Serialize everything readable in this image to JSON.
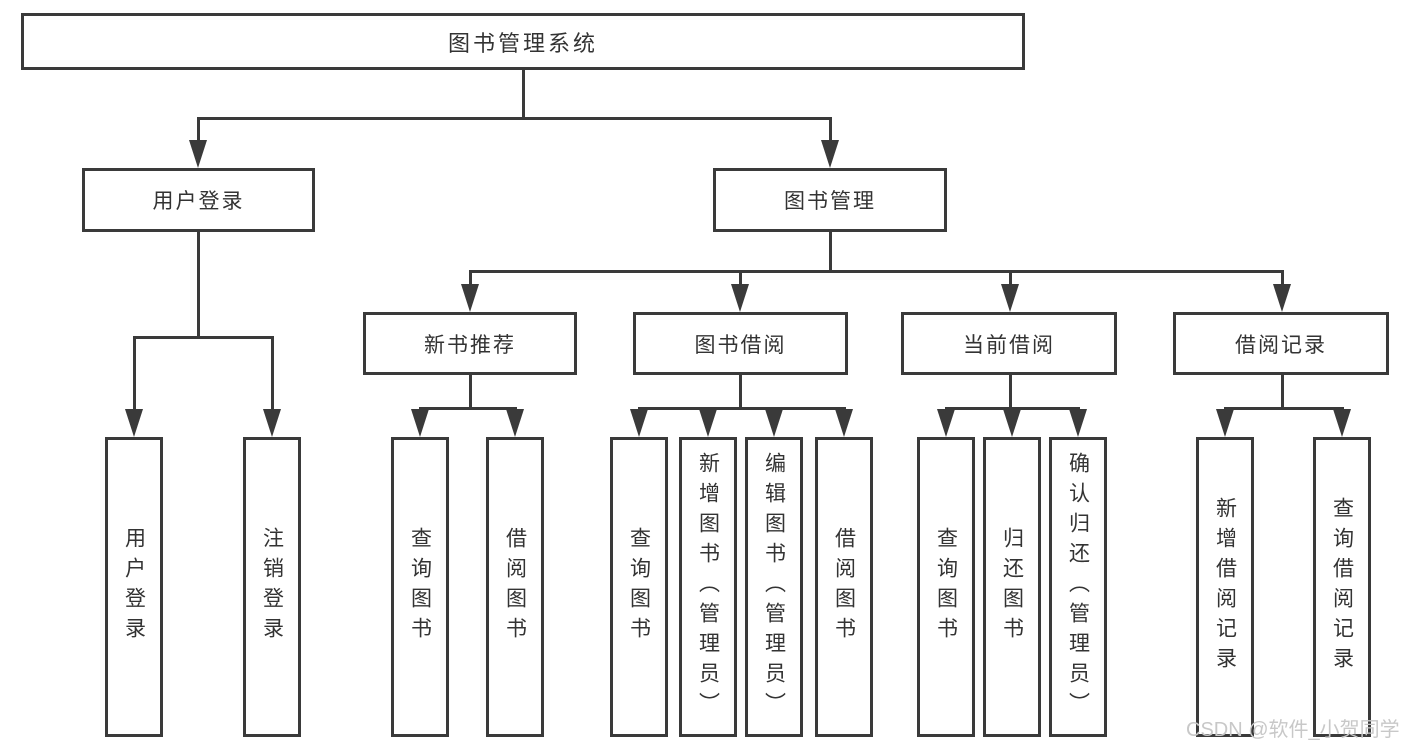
{
  "diagram": {
    "root": {
      "label": "图书管理系统"
    },
    "branches": [
      {
        "label": "用户登录",
        "children": [
          {
            "label": "用户登录"
          },
          {
            "label": "注销登录"
          }
        ]
      },
      {
        "label": "图书管理",
        "children": [
          {
            "label": "新书推荐",
            "children": [
              {
                "label": "查询图书"
              },
              {
                "label": "借阅图书"
              }
            ]
          },
          {
            "label": "图书借阅",
            "children": [
              {
                "label": "查询图书"
              },
              {
                "label": "新增图书（管理员）"
              },
              {
                "label": "编辑图书（管理员）"
              },
              {
                "label": "借阅图书"
              }
            ]
          },
          {
            "label": "当前借阅",
            "children": [
              {
                "label": "查询图书"
              },
              {
                "label": "归还图书"
              },
              {
                "label": "确认归还（管理员）"
              }
            ]
          },
          {
            "label": "借阅记录",
            "children": [
              {
                "label": "新增借阅记录"
              },
              {
                "label": "查询借阅记录"
              }
            ]
          }
        ]
      }
    ]
  },
  "watermark": "CSDN @软件_小贺同学",
  "colors": {
    "line": "#3a3a3a",
    "text": "#333333",
    "watermark": "#c8c8c8",
    "background": "#ffffff"
  }
}
